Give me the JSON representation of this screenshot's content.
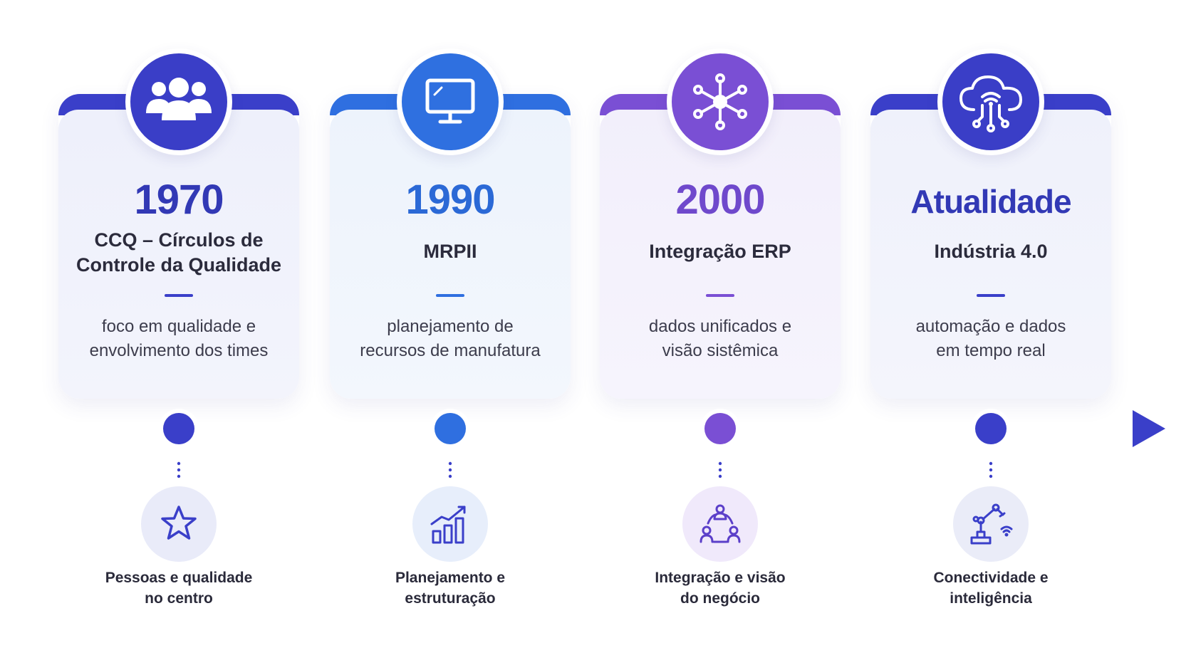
{
  "colors": {
    "indigo": "#3a3fc9",
    "blue": "#2f6fe0",
    "purple": "#7a4fd4",
    "text": "#2b2b3c",
    "muted_text": "#3c3c4c"
  },
  "timeline": [
    {
      "year": "1970",
      "title_line1": "CCQ – Círculos de",
      "title_line2": "Controle da Qualidade",
      "desc_line1": "foco em qualidade e",
      "desc_line2": "envolvimento dos times",
      "badge_icon": "people-group-icon",
      "sub_icon": "star-icon",
      "caption_line1": "Pessoas e qualidade",
      "caption_line2": "no centro"
    },
    {
      "year": "1990",
      "title_line1": "MRPII",
      "desc_line1": "planejamento de",
      "desc_line2": "recursos de manufatura",
      "badge_icon": "computer-monitor-icon",
      "sub_icon": "growth-chart-icon",
      "caption_line1": "Planejamento e",
      "caption_line2": "estruturação"
    },
    {
      "year": "2000",
      "title_line1": "Integração ERP",
      "desc_line1": "dados unificados e",
      "desc_line2": "visão sistêmica",
      "badge_icon": "network-hub-icon",
      "sub_icon": "connected-people-icon",
      "caption_line1": "Integração e visão",
      "caption_line2": "do negócio"
    },
    {
      "year": "Atualidade",
      "title_line1": "Indústria 4.0",
      "desc_line1": "automação e dados",
      "desc_line2": "em tempo real",
      "badge_icon": "cloud-circuit-icon",
      "sub_icon": "robot-arm-wifi-icon",
      "caption_line1": "Conectividade e",
      "caption_line2": "inteligência"
    }
  ]
}
